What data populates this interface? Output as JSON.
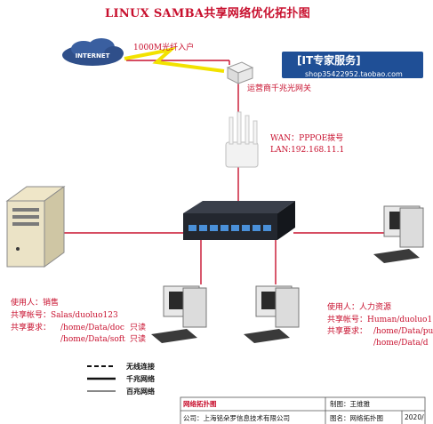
{
  "title": "LINUX SAMBA共享网络优化拓扑图",
  "internet_label": "INTERNET",
  "fiber_label": "1000M光纤入户",
  "gateway_label": "运营商千兆光网关",
  "badge": {
    "text": "[IT专家服务]",
    "shop": "shop35422952.taobao.com"
  },
  "router": {
    "wan": "WAN：PPPOE拨号",
    "lan": "LAN:192.168.11.1"
  },
  "user_left": {
    "user": "使用人：销售",
    "account": "共享帐号：Salas/duoluo123",
    "req_label": "共享要求：",
    "path1": "/home/Data/doc",
    "path1_perm": "只读",
    "path2": "/home/Data/soft",
    "path2_perm": "只读"
  },
  "user_right": {
    "user": "使用人：人力资源",
    "account": "共享帐号：Human/duoluo1",
    "req_label": "共享要求：",
    "path1": "/home/Data/pu",
    "path2": "/home/Data/d"
  },
  "legend": {
    "wireless": "无线连接",
    "gigabit": "千兆网络",
    "hundred": "百兆网络"
  },
  "table": {
    "name": "网络拓扑图",
    "maker": "制图：王维雅",
    "company": "公司：上海铭朵罗信息技术有限公司",
    "drawing": "图名：网络拓扑图",
    "date": "2020/"
  },
  "colors": {
    "line_red": "#c8102e",
    "badge_blue": "#1f4f96",
    "fiber_yellow": "#f2e200"
  }
}
